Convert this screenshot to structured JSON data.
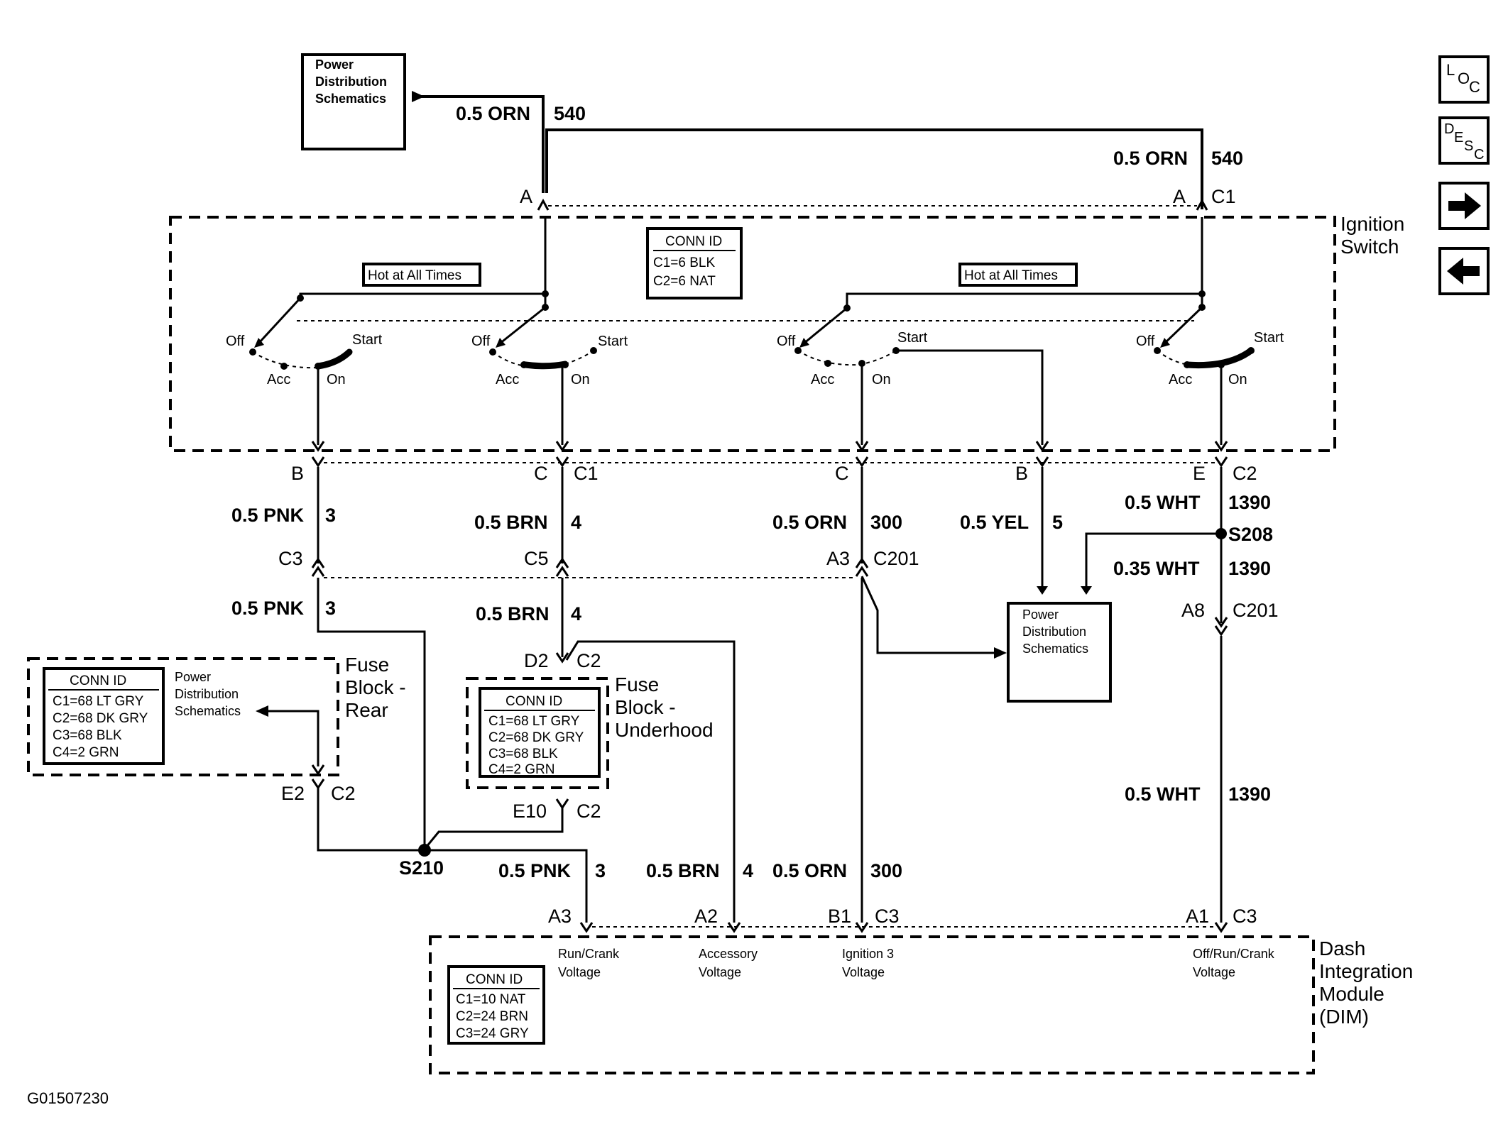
{
  "figure_id": "G01507230",
  "nav": {
    "loc": [
      "L",
      "O",
      "C"
    ],
    "desc": [
      "D",
      "E",
      "S",
      "C"
    ]
  },
  "components": {
    "ignition_switch": [
      "Ignition",
      "Switch"
    ],
    "fuse_block_rear": [
      "Fuse",
      "Block -",
      "Rear"
    ],
    "fuse_block_underhood": [
      "Fuse",
      "Block -",
      "Underhood"
    ],
    "dim": [
      "Dash",
      "Integration",
      "Module",
      "(DIM)"
    ]
  },
  "pds_boxes": {
    "top": [
      "Power",
      "Distribution",
      "Schematics"
    ],
    "right": [
      "Power",
      "Distribution",
      "Schematics"
    ],
    "rear": [
      "Power",
      "Distribution",
      "Schematics"
    ]
  },
  "hot_at_all_times": "Hot at All Times",
  "conn_id": {
    "title": "CONN ID",
    "ignition": [
      "C1=6 BLK",
      "C2=6 NAT"
    ],
    "fuse_rear": [
      "C1=68 LT GRY",
      "C2=68 DK GRY",
      "C3=68 BLK",
      "C4=2 GRN"
    ],
    "fuse_underhood": [
      "C1=68 LT GRY",
      "C2=68 DK GRY",
      "C3=68 BLK",
      "C4=2 GRN"
    ],
    "dim": [
      "C1=10 NAT",
      "C2=24 BRN",
      "C3=24 GRY"
    ]
  },
  "switch_positions": {
    "off": "Off",
    "acc": "Acc",
    "on": "On",
    "start": "Start"
  },
  "wires": {
    "top_left": {
      "color": "0.5 ORN",
      "circuit": "540"
    },
    "top_right": {
      "color": "0.5 ORN",
      "circuit": "540"
    },
    "pnk_upper": {
      "color": "0.5 PNK",
      "circuit": "3"
    },
    "pnk_mid": {
      "color": "0.5 PNK",
      "circuit": "3"
    },
    "pnk_lower": {
      "color": "0.5 PNK",
      "circuit": "3"
    },
    "brn_upper": {
      "color": "0.5 BRN",
      "circuit": "4"
    },
    "brn_mid": {
      "color": "0.5 BRN",
      "circuit": "4"
    },
    "brn_lower": {
      "color": "0.5 BRN",
      "circuit": "4"
    },
    "orn_upper": {
      "color": "0.5 ORN",
      "circuit": "300"
    },
    "orn_lower": {
      "color": "0.5 ORN",
      "circuit": "300"
    },
    "yel": {
      "color": "0.5 YEL",
      "circuit": "5"
    },
    "wht_upper": {
      "color": "0.5 WHT",
      "circuit": "1390"
    },
    "wht_mid": {
      "color": "0.35 WHT",
      "circuit": "1390"
    },
    "wht_lower": {
      "color": "0.5 WHT",
      "circuit": "1390"
    }
  },
  "connectors": {
    "a_left": "A",
    "a_right": "A",
    "c1_top": "C1",
    "sw_b": "B",
    "sw_c": "C",
    "sw_c_c1": "C1",
    "sw_c2_c": "C",
    "sw_c2_b": "B",
    "sw_e": "E",
    "sw_c2": "C2",
    "c3": "C3",
    "c5": "C5",
    "a3": "A3",
    "c201_a": "C201",
    "a8": "A8",
    "c201_b": "C201",
    "d2": "D2",
    "d2_c2": "C2",
    "e2": "E2",
    "e2_c2": "C2",
    "e10": "E10",
    "e10_c2": "C2",
    "dim_a3": "A3",
    "dim_a2": "A2",
    "dim_b1": "B1",
    "dim_c3_b": "C3",
    "dim_a1": "A1",
    "dim_c3_a": "C3"
  },
  "splices": {
    "s208": "S208",
    "s210": "S210"
  },
  "dim_inputs": {
    "run_crank": [
      "Run/Crank",
      "Voltage"
    ],
    "accessory": [
      "Accessory",
      "Voltage"
    ],
    "ignition3": [
      "Ignition 3",
      "Voltage"
    ],
    "off_run_crank": [
      "Off/Run/Crank",
      "Voltage"
    ]
  }
}
